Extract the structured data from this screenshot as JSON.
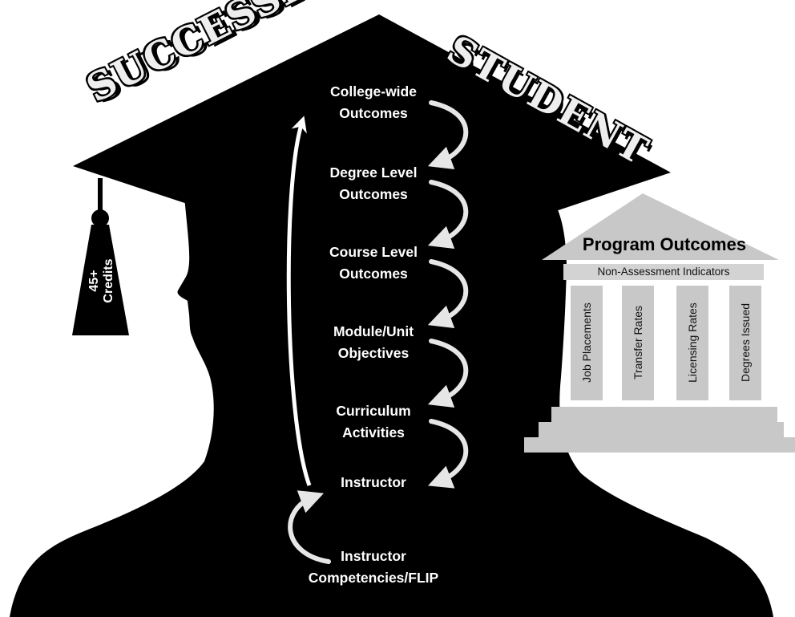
{
  "banner": {
    "left_word": "SUCCESSFUL",
    "right_word": "STUDENT"
  },
  "tassel": {
    "label": "45+ Credits"
  },
  "flow": {
    "steps": [
      {
        "line1": "College-wide",
        "line2": "Outcomes"
      },
      {
        "line1": "Degree Level",
        "line2": "Outcomes"
      },
      {
        "line1": "Course Level",
        "line2": "Outcomes"
      },
      {
        "line1": "Module/Unit",
        "line2": "Objectives"
      },
      {
        "line1": "Curriculum",
        "line2": "Activities"
      },
      {
        "line1": "Instructor",
        "line2": ""
      },
      {
        "line1": "Instructor",
        "line2": "Competencies/FLIP"
      }
    ]
  },
  "program": {
    "title": "Program Outcomes",
    "indicators_label": "Non-Assessment Indicators",
    "pillars": [
      "Job Placements",
      "Transfer Rates",
      "Licensing Rates",
      "Degrees Issued"
    ]
  },
  "colors": {
    "silhouette": "#000000",
    "text_on_dark": "#ffffff",
    "arrow": "#e6e6e6",
    "building": "#c8c8c8"
  }
}
